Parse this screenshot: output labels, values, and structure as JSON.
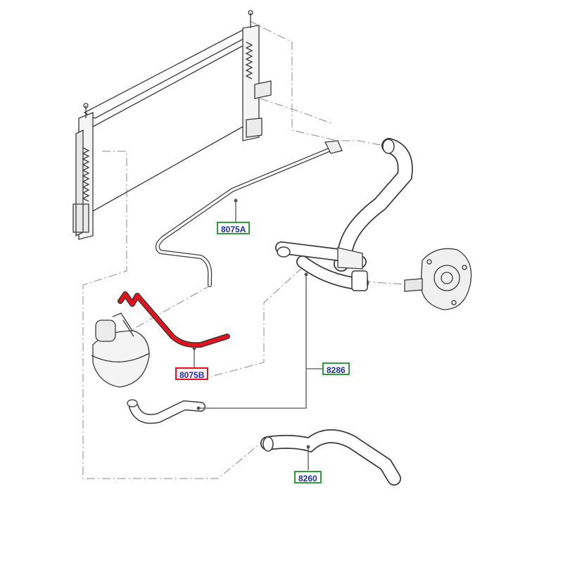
{
  "diagram": {
    "labels": {
      "hose_8075a": "8075A",
      "hose_8075b": "8075B",
      "hose_8286": "8286",
      "hose_8260": "8260"
    },
    "selected_part": "8075B",
    "colors": {
      "line": "#3a3a3a",
      "leader": "#555555",
      "label_border": "#2e9e3c",
      "label_text": "#1a2fb0",
      "highlight": "#e8101a"
    }
  }
}
